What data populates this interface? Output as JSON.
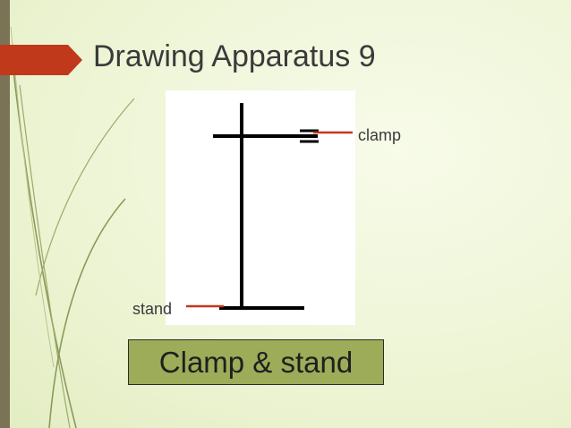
{
  "slide": {
    "title": "Drawing Apparatus 9",
    "caption": "Clamp & stand",
    "accent_color": "#c0391b",
    "caption_bg": "#9dac58"
  },
  "diagram": {
    "labels": {
      "clamp": "clamp",
      "stand": "stand"
    }
  }
}
